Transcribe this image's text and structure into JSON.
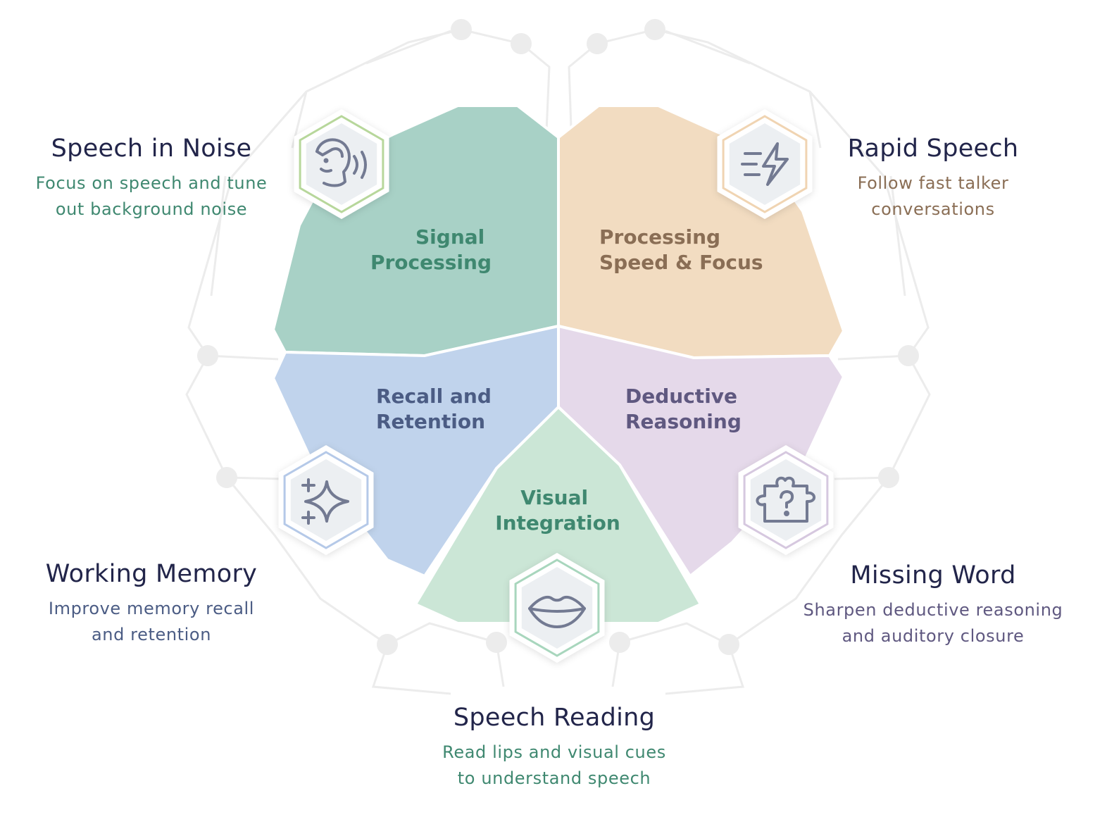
{
  "regions": {
    "signal": {
      "line1": "Signal",
      "line2": "Processing"
    },
    "speed": {
      "line1": "Processing",
      "line2": "Speed & Focus"
    },
    "recall": {
      "line1": "Recall and",
      "line2": "Retention"
    },
    "deductive": {
      "line1": "Deductive",
      "line2": "Reasoning"
    },
    "visual": {
      "line1": "Visual",
      "line2": "Integration"
    }
  },
  "skills": {
    "noise": {
      "title": "Speech in Noise",
      "line1": "Focus on speech and tune",
      "line2": "out background noise",
      "icon": "face-listening-icon"
    },
    "rapid": {
      "title": "Rapid Speech",
      "line1": "Follow fast talker",
      "line2": "conversations",
      "icon": "speed-bolt-icon"
    },
    "memory": {
      "title": "Working Memory",
      "line1": "Improve memory recall",
      "line2": "and retention",
      "icon": "sparkle-icon"
    },
    "missing": {
      "title": "Missing Word",
      "line1": "Sharpen deductive reasoning",
      "line2": "and auditory closure",
      "icon": "puzzle-question-icon"
    },
    "reading": {
      "title": "Speech Reading",
      "line1": "Read lips and visual cues",
      "line2": "to understand speech",
      "icon": "lips-icon"
    }
  },
  "colors": {
    "signal_fill": "#a8d1c6",
    "signal_text": "#3f8870",
    "speed_fill": "#f2dcc1",
    "speed_text": "#8a6e55",
    "recall_fill": "#c0d3ec",
    "recall_text": "#4b5c84",
    "deductive_fill": "#e5d9ea",
    "deductive_text": "#5f5880",
    "visual_fill": "#cbe6d6",
    "visual_text": "#3f8870",
    "title": "#22254a",
    "icon_stroke": "#737a92",
    "hex_inner": "#eceff2",
    "network": "#ececec"
  }
}
